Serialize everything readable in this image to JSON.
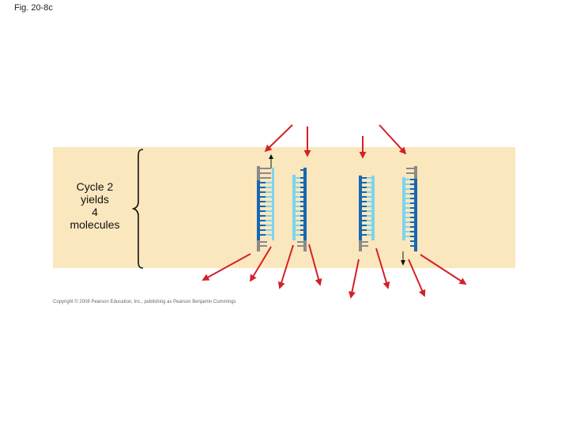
{
  "figure": {
    "label": "Fig. 20-8c"
  },
  "cycle_text": {
    "line1": "Cycle 2",
    "line2": "yields",
    "line3": "4",
    "line4": "molecules"
  },
  "copyright": "Copyright © 2008 Pearson Education, Inc., publishing as Pearson Benjamin Cummings",
  "colors": {
    "band": "#fbe7bd",
    "arrow": "#d3202a",
    "strand_dark_blue": "#1767b3",
    "strand_light_blue": "#7fd3ee",
    "primer_gray": "#8a8a8a"
  }
}
